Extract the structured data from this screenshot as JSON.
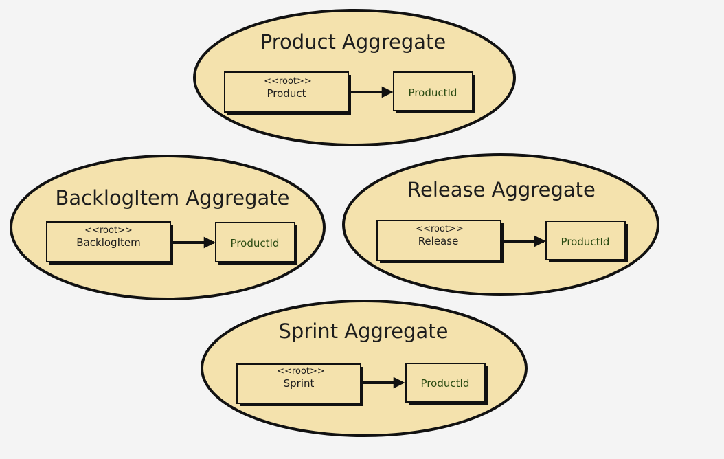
{
  "colors": {
    "background": "#f4f4f4",
    "aggregate_fill": "#f4e2ad",
    "box_fill": "#f4e2ad",
    "stroke": "#111111",
    "id_text": "#2a4b12"
  },
  "aggregates": [
    {
      "title": "Product Aggregate",
      "stereotype": "<<root>>",
      "root_label": "Product",
      "target_label": "ProductId"
    },
    {
      "title": "BacklogItem Aggregate",
      "stereotype": "<<root>>",
      "root_label": "BacklogItem",
      "target_label": "ProductId"
    },
    {
      "title": "Release Aggregate",
      "stereotype": "<<root>>",
      "root_label": "Release",
      "target_label": "ProductId"
    },
    {
      "title": "Sprint Aggregate",
      "stereotype": "<<root>>",
      "root_label": "Sprint",
      "target_label": "ProductId"
    }
  ]
}
